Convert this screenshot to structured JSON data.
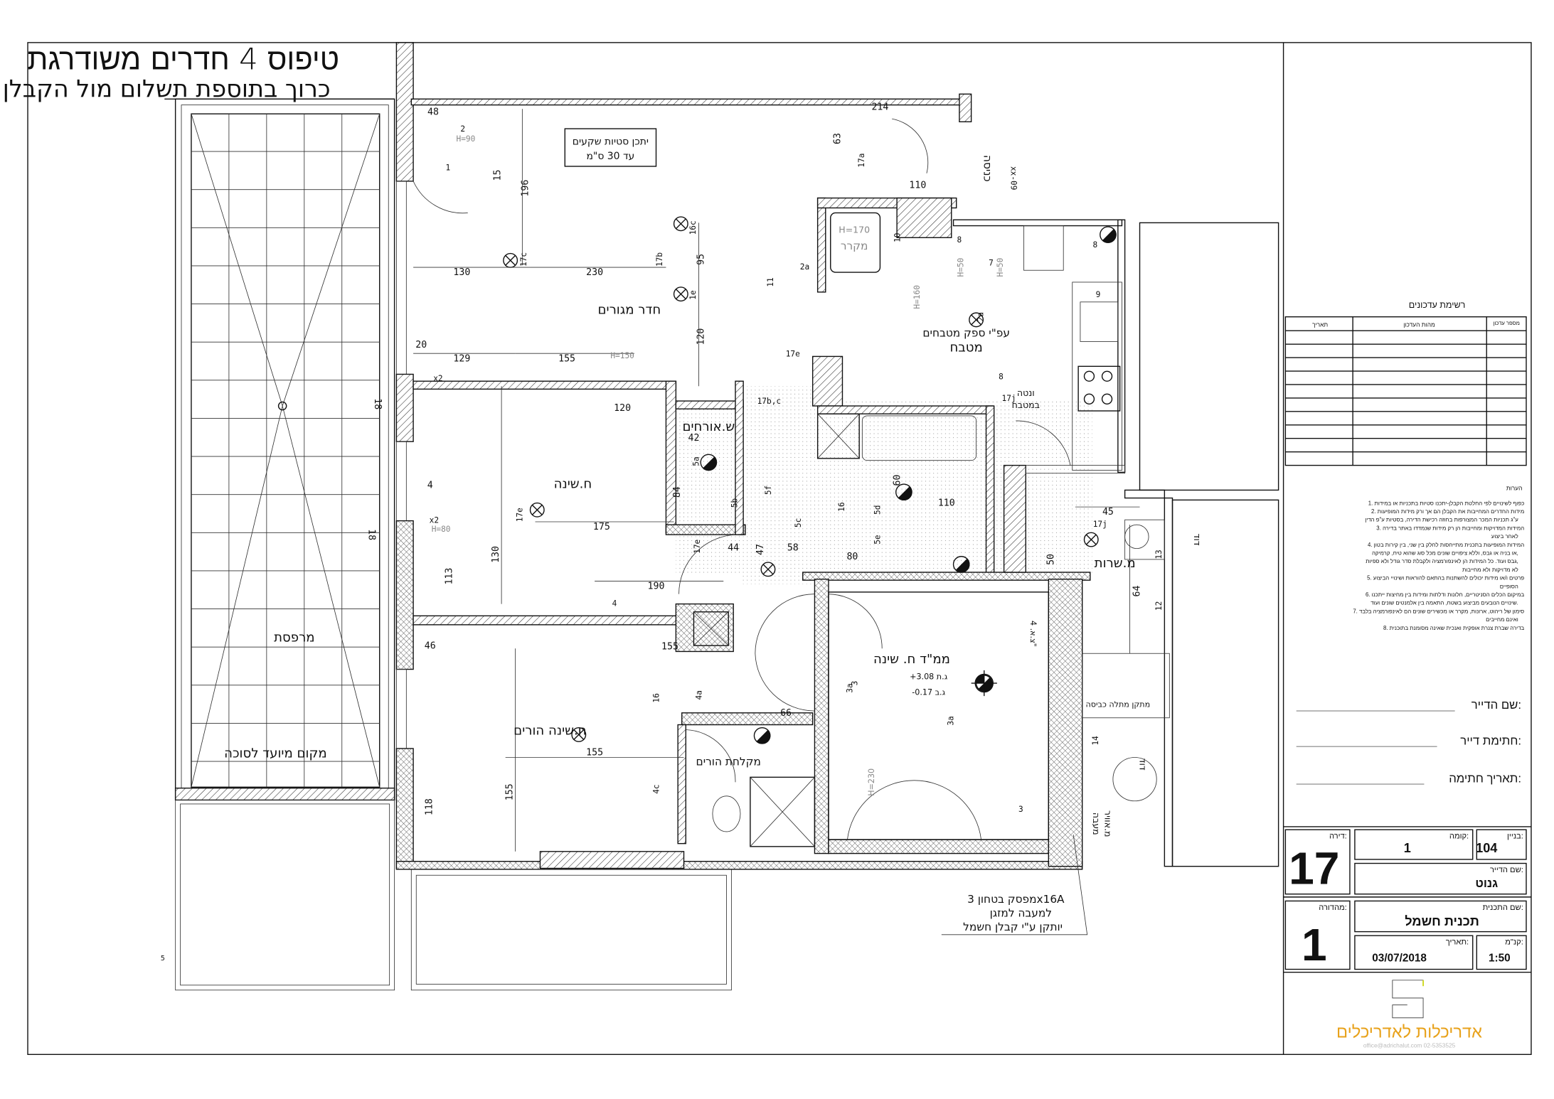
{
  "sheet": {
    "title": "טיפוס 4 חדרים משודרגת",
    "subtitle": "כרוך בתוספת תשלום מול הקבלן",
    "note_box": [
      "יתכן סטיות שקעים",
      "עד 30 ס\"מ"
    ],
    "callout": [
      "מפסק בטחון 3x16A",
      "למעבה למזגן",
      "יותקן ע\"י קבלן חשמל"
    ],
    "north_mark": "5"
  },
  "rooms": {
    "living": "חדר מגורים",
    "bedroom": "ח.שינה",
    "parents_bedroom": "ח.שינה הורים",
    "mamad": "ממ\"ד ח. שינה",
    "kitchen": "מטבח",
    "kitchen_note": "עפ\"י ספק מטבחים",
    "guest_wc": "ש.אורחים",
    "parents_shower": "מקלחת הורים",
    "service": "מ.שרות",
    "balcony": "מרפסת",
    "sukkah": "מקום מיועד לסוכה",
    "fridge": "מקרר",
    "fridge_h": "H=170",
    "entrance": "כניסה",
    "hood": [
      "ונטה",
      "במטבח"
    ],
    "laundry_rack": "מתקן מתלה כביסה",
    "boiler": "דוד",
    "ac_condenser": [
      "מעבה",
      "מ.אוויר"
    ],
    "mamad_levels": [
      "+3.08 ג.ת",
      "-0.17 ג.ב"
    ],
    "mamad_ventilation": "צ.א. 4\"",
    "mamad_h": "H=230"
  },
  "dimensions": [
    "48",
    "196",
    "130",
    "230",
    "95",
    "120",
    "20",
    "129",
    "155",
    "120",
    "175",
    "130",
    "113",
    "190",
    "155",
    "46",
    "155",
    "155",
    "118",
    "4",
    "110",
    "63",
    "15",
    "214",
    "44",
    "47",
    "58",
    "80",
    "110",
    "45",
    "64",
    "50",
    "42",
    "84",
    "60",
    "66",
    "18",
    "18"
  ],
  "fixture_labels": [
    "17a",
    "17c",
    "17b",
    "16c",
    "1e",
    "17e",
    "2a",
    "2a",
    "5a",
    "5b",
    "5c",
    "5d",
    "5e",
    "5f",
    "3a",
    "3a",
    "4",
    "4c",
    "4a",
    "17j",
    "17j",
    "8",
    "8",
    "8",
    "10",
    "11",
    "2",
    "1",
    "x2",
    "x2",
    "H=150",
    "H=90",
    "H=80",
    "H=50",
    "H=50",
    "H=160",
    "16",
    "17b,c",
    "17e",
    "3",
    "3",
    "14",
    "13",
    "12",
    "9",
    "7",
    "16",
    "17e",
    "xx-09"
  ],
  "revisions": {
    "title": "רשימת עדכונים",
    "columns": [
      "מספר עדכון",
      "מהות העדכון",
      "תאריך"
    ],
    "rows": [
      [
        "",
        "",
        ""
      ],
      [
        "",
        "",
        ""
      ],
      [
        "",
        "",
        ""
      ],
      [
        "",
        "",
        ""
      ],
      [
        "",
        "",
        ""
      ],
      [
        "",
        "",
        ""
      ],
      [
        "",
        "",
        ""
      ],
      [
        "",
        "",
        ""
      ],
      [
        "",
        "",
        ""
      ],
      [
        "",
        "",
        ""
      ]
    ]
  },
  "notes": {
    "title": "הערות",
    "items": [
      "1. כפוף לשינויים לפי החלטת הקבלן-יתכנו סטיות בתכניות או במידות",
      "2. מידות החדרים המחייבות את הקבלן הם אך ורק מידות המופיעות",
      "ע\"ג תכניות המכר המצורפות בחוזה רכישת הדירה, בסטיות ע\"פ הדין",
      "3. המידות המדויקות ומחייבות הן רק מידות שנמדדו באתר בדירה",
      "לאחר ביצוע",
      "4. המידות המופיעות בתכנית מתייחסות לחלק בין שני, בין קירות בטון",
      "או בניה או גבס, וללא ציפויים שונים מכל סוג שהוא טיח, קרמיקה,",
      "גבס ועוד. כל המידות הן לאינפורמציה ולקבלת סדר גודל ולא ספיות,",
      "לא מדויקות ולא מחייבות",
      "5. פרטים ו/או מידות יכולים להשתנות בהתאם להוראות ושינויי הביצוע",
      "הסופיים",
      "6. במיקום הכלים הסניטריים, חלונות ודלתות ומידות בין מחיצות ייתכנו",
      "שינויים הנובעים מביצוע בשטח, התאמה בין אלמנטים שונים ועוד.",
      "7. סימון של ריהוט, ארונות, מקרר או מכשירים שונים הם לאינפורמציה בלבד",
      "ואינם מחייבים",
      "8. בדירה שברת צנרת אופקית ואנכית שאינה מסומנת בתוכנית"
    ]
  },
  "signatures": [
    "שם הדייר:",
    "חתימת דייר:",
    "תאריך חתימה:"
  ],
  "title_block": {
    "apartment_label": "דירה:",
    "apartment": "17",
    "floor_label": "קומה:",
    "floor": "1",
    "building_label": "בניין:",
    "building": "104",
    "tenant_label": "שם הדייר:",
    "tenant": "גנוט",
    "version_label": "מהדורה:",
    "version": "1",
    "plan_label": "שם התכנית:",
    "plan": "תכנית חשמל",
    "date_label": "תאריך:",
    "date": "03/07/2018",
    "scale_label": "קנ\"מ:",
    "scale": "1:50"
  },
  "firm": {
    "name": "אדריכלות לאדריכלים",
    "contact": "office@adrichalut.com      02-5353525",
    "brand_color": "#e8a21b"
  }
}
